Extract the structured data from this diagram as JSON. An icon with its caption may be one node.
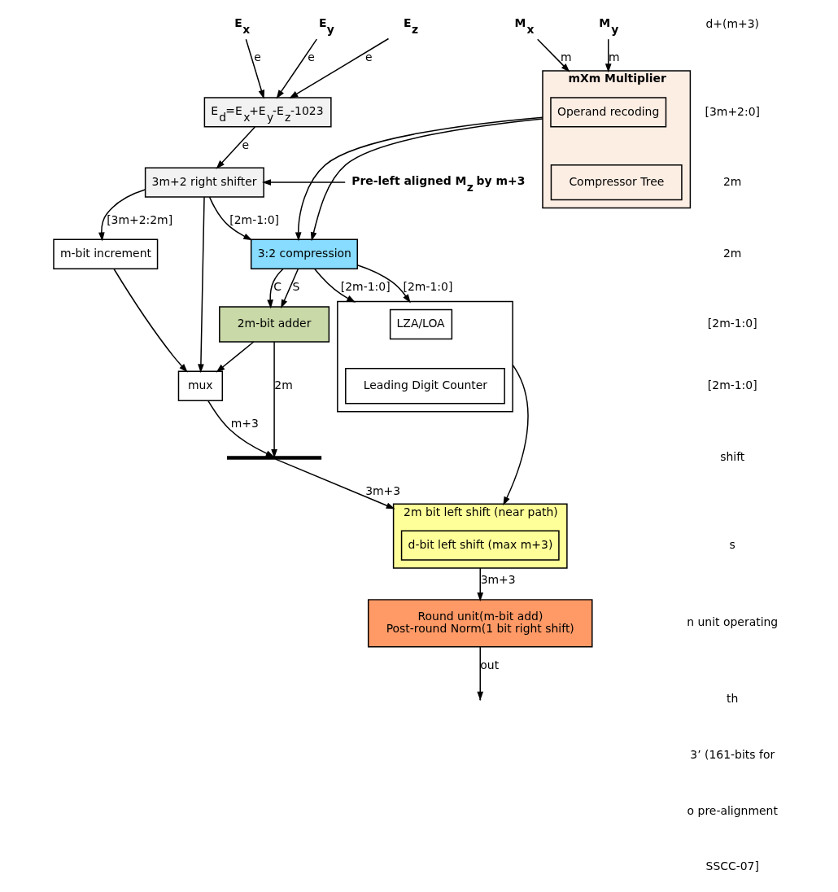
{
  "diagram": {
    "nodes": [
      {
        "text": [
          "E$_{x}$"
        ]
      },
      {
        "text": [
          "E$_{y}$"
        ]
      },
      {
        "text": [
          "E$_{z}$"
        ]
      },
      {
        "text": [
          "M$_{x}$"
        ]
      },
      {
        "text": [
          "M$_{y}$"
        ]
      },
      {
        "text": [
          "E$_{d}$=E$_{x}$+E$_{y}$-E$_{z}$-1023"
        ]
      },
      {
        "text": [
          "Pre-left aligned M$_{z}$ by m+3"
        ]
      },
      {
        "text": [
          "3m+2 right shifter"
        ]
      },
      {
        "text": [
          "mXm Multiplier"
        ]
      },
      {
        "text": [
          "Operand recoding"
        ],
        "in": 8
      },
      {
        "text": [
          "Compressor Tree"
        ],
        "in": 8
      },
      {
        "text": [
          "3:2 compression"
        ]
      },
      {
        "text": [
          "m-bit increment"
        ]
      },
      {
        "text": [
          "mux"
        ]
      },
      {
        "text": [
          "2m-bit adder"
        ]
      },
      {
        "text": [],
        "shape": "box"
      },
      {
        "text": [
          "LZA/LOA"
        ],
        "in": 15
      },
      {
        "text": [
          "Leading Digit Counter"
        ],
        "in": 15
      },
      {
        "text": [],
        "shape": "bar"
      },
      {
        "text": [
          "2m bit left shift (near path)"
        ]
      },
      {
        "text": [
          "d-bit left shift (max m+3)"
        ],
        "in": 19
      },
      {
        "text": [
          "Round unit(m-bit add)",
          "Post-round Norm(1 bit right shift)"
        ]
      }
    ],
    "edges": [
      {
        "from": 0,
        "to": 5,
        "arrow": "to",
        "label": "e"
      },
      {
        "from": 1,
        "to": 5,
        "arrow": "to",
        "label": "e"
      },
      {
        "from": 2,
        "to": 5,
        "arrow": "to",
        "label": "e"
      },
      {
        "from": 3,
        "to": 8,
        "arrow": "to",
        "label": "m"
      },
      {
        "from": 4,
        "to": 8,
        "arrow": "to",
        "label": "m"
      },
      {
        "from": 5,
        "to": 7,
        "arrow": "to",
        "label": "e"
      },
      {
        "from": 6,
        "to": 7,
        "arrow": "to"
      },
      {
        "from": 7,
        "to": 11,
        "arrow": "to",
        "label": "[2m-1:0]"
      },
      {
        "from": 7,
        "to": 12,
        "arrow": "to",
        "label": "[3m+2:2m]"
      },
      {
        "from": 7,
        "to": 13,
        "arrow": "to"
      },
      {
        "from": 8,
        "to": 11,
        "arrow": "to"
      },
      {
        "from": 8,
        "to": 11,
        "arrow": "to"
      },
      {
        "from": 11,
        "to": 14,
        "arrow": "to",
        "label": "C"
      },
      {
        "from": 11,
        "to": 14,
        "arrow": "to",
        "label": "S"
      },
      {
        "from": 11,
        "to": 15,
        "arrow": "to",
        "label": "[2m-1:0]"
      },
      {
        "from": 11,
        "to": 15,
        "arrow": "to",
        "label": "[2m-1:0]"
      },
      {
        "from": 12,
        "to": 13,
        "arrow": "to"
      },
      {
        "from": 14,
        "to": 13,
        "arrow": "to"
      },
      {
        "from": 13,
        "to": 18,
        "arrow": "to",
        "label": "m+3"
      },
      {
        "from": 14,
        "to": 18,
        "arrow": "to",
        "label": "2m"
      },
      {
        "from": 18,
        "to": 19,
        "arrow": "to",
        "label": "3m+3"
      },
      {
        "from": 15,
        "to": 19,
        "arrow": "to"
      },
      {
        "from": 19,
        "to": 21,
        "arrow": "to",
        "label": "3m+3"
      },
      {
        "from": 21,
        "to": null,
        "arrow": "to",
        "label": "out"
      }
    ],
    "labels": [
      "d+(m+3)",
      "[3m+2:0]",
      "2m",
      "2m",
      "[2m-1:0]",
      "[2m-1:0]",
      "shift",
      "s",
      "n unit operating",
      "th",
      "3’ (161-bits for",
      "o pre-alignment",
      "SSCC-07]"
    ]
  }
}
